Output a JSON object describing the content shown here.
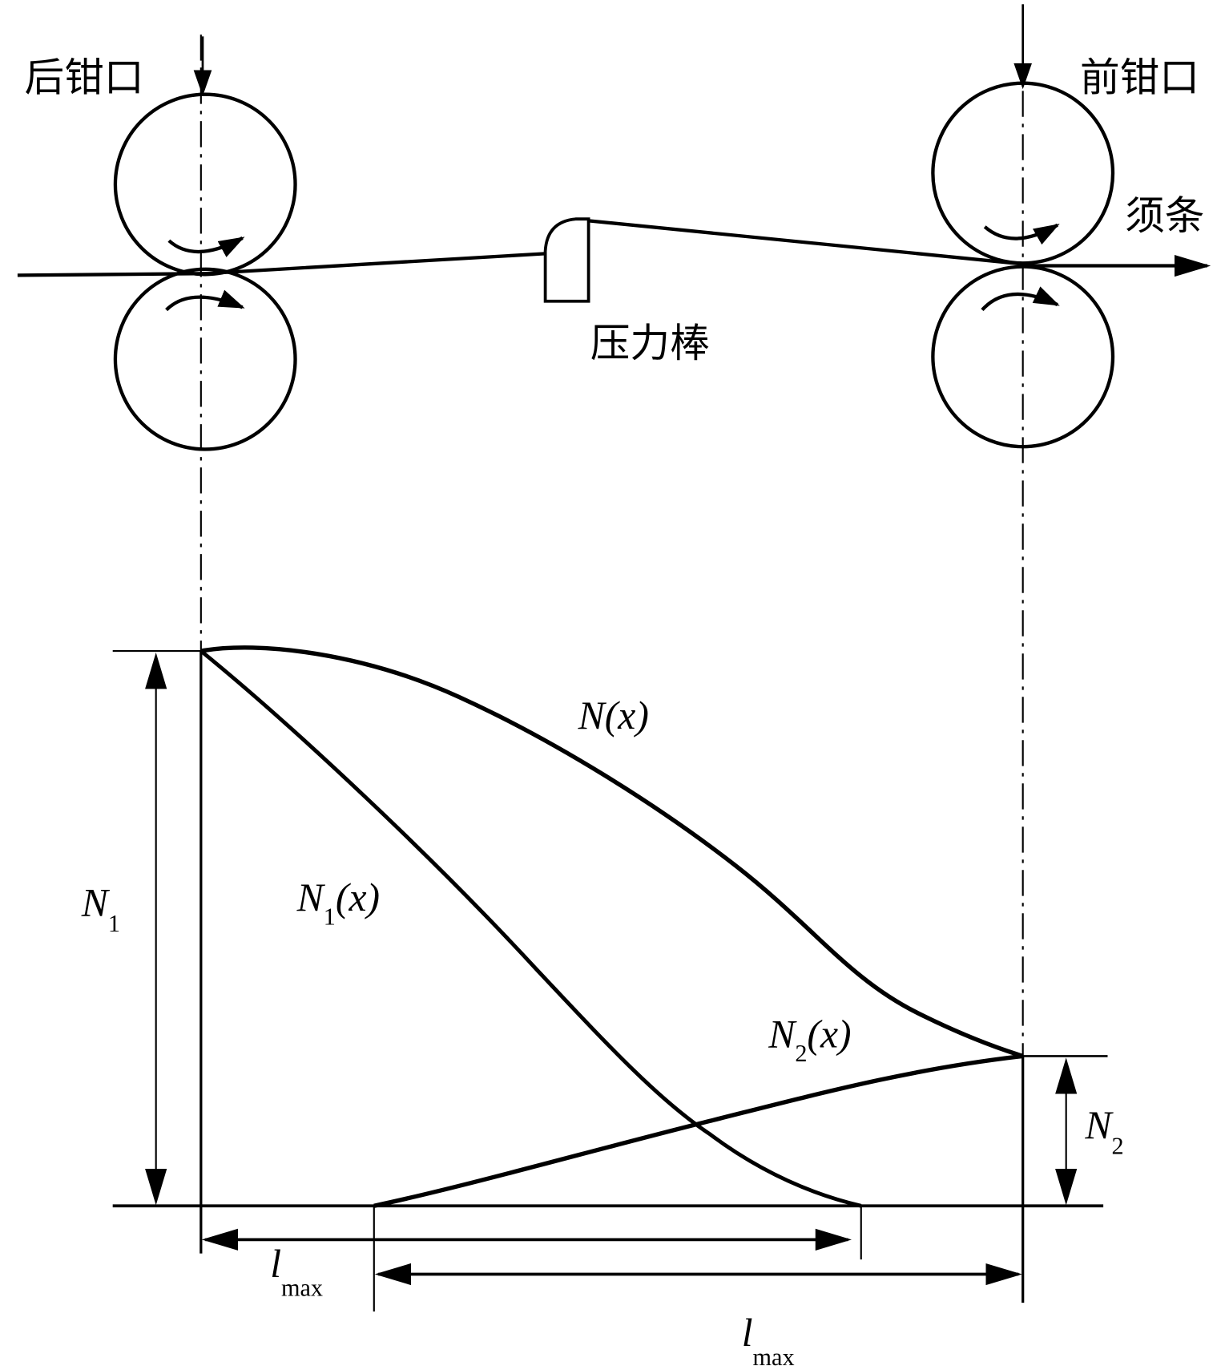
{
  "labels": {
    "rear_nip": "后钳口",
    "front_nip": "前钳口",
    "sliver": "须条",
    "pressure_bar": "压力棒",
    "N_x": {
      "main": "N",
      "arg": "(x)"
    },
    "N1_x": {
      "main": "N",
      "sub": "1",
      "arg": "(x)"
    },
    "N2_x": {
      "main": "N",
      "sub": "2",
      "arg": "(x)"
    },
    "N1": {
      "main": "N",
      "sub": "1"
    },
    "N2": {
      "main": "N",
      "sub": "2"
    },
    "lmax_1": {
      "main": "l",
      "sub": "max"
    },
    "lmax_2": {
      "main": "l",
      "sub": "max"
    }
  },
  "colors": {
    "stroke": "#000000",
    "background": "#ffffff"
  }
}
